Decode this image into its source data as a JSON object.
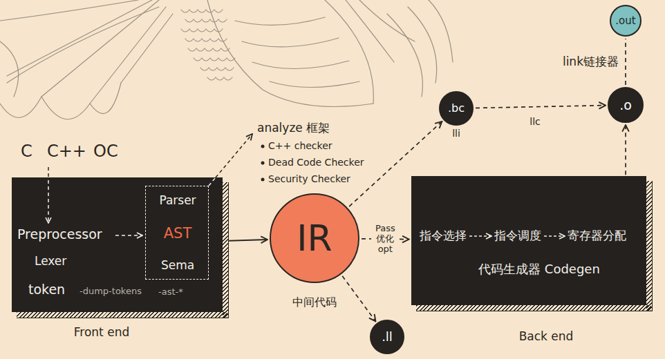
{
  "diagram": {
    "nodes": [
      {
        "text": [
          "Preprocessor",
          "Lexer",
          "token",
          "-dump-tokens",
          "-ast-*",
          "Front end"
        ]
      },
      {
        "text": [
          "Parser",
          "AST",
          "Sema"
        ],
        "in": 0
      },
      {
        "text": [
          "IR",
          "中间代码"
        ]
      },
      {
        "text": [
          "指令选择",
          "指令调度",
          "寄存器分配",
          "代码生成器 Codegen",
          "Back end"
        ]
      },
      {
        "text": [
          ".bc"
        ]
      },
      {
        "text": [
          ".o"
        ]
      },
      {
        "text": [
          ".out"
        ]
      },
      {
        "text": [
          ".ll"
        ]
      }
    ],
    "edges": [
      {
        "from": 0,
        "to": 2,
        "arrow": "to"
      },
      {
        "from": 2,
        "to": 4,
        "arrow": "to"
      },
      {
        "from": 2,
        "to": 3,
        "label": "Pass 优化 opt",
        "arrow": "to"
      },
      {
        "from": 2,
        "to": 7,
        "arrow": "to"
      },
      {
        "from": 4,
        "to": 5,
        "label": "llc",
        "arrow": "to"
      },
      {
        "from": 3,
        "to": 5,
        "arrow": "to"
      },
      {
        "from": 5,
        "to": 6,
        "label": "link链接器",
        "arrow": "none"
      }
    ],
    "labels": [
      "C",
      "C++",
      "OC",
      "analyze 框架",
      "C++ checker",
      "Dead Code Checker",
      "Security Checker",
      "lli"
    ]
  }
}
